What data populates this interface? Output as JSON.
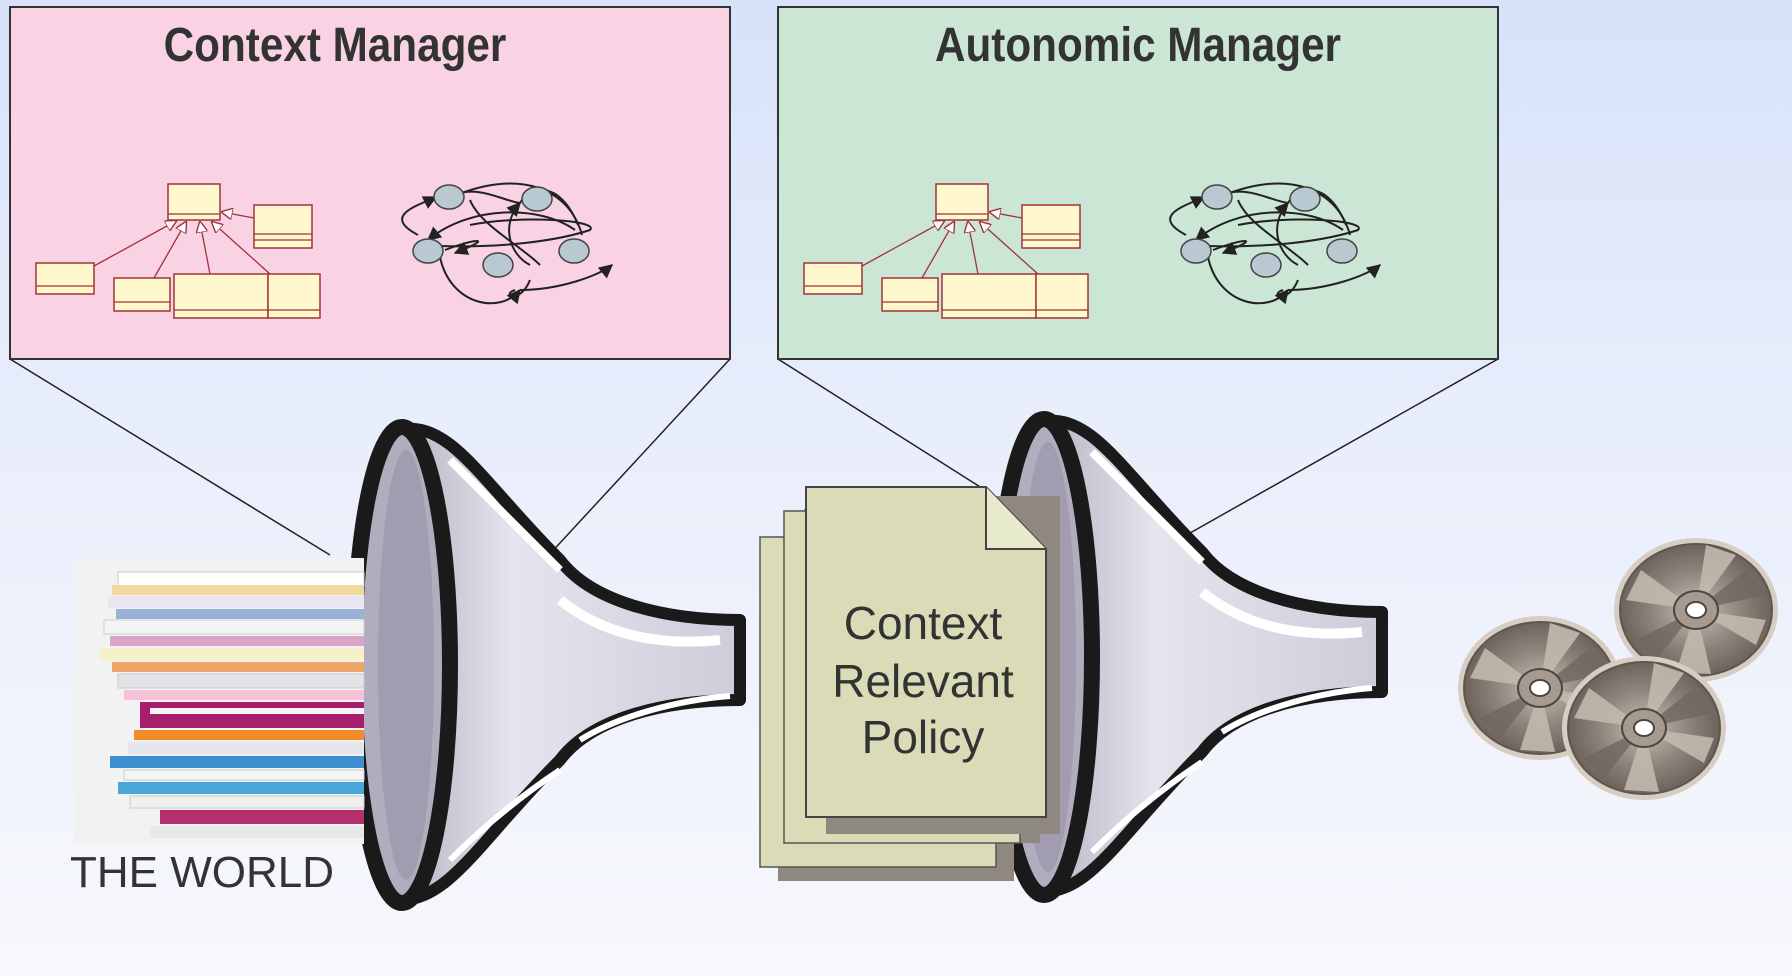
{
  "panels": {
    "context_manager": {
      "title": "Context Manager",
      "fill": "#f9d3e4"
    },
    "autonomic_manager": {
      "title": "Autonomic Manager",
      "fill": "#cce6d5"
    }
  },
  "policy_document": {
    "lines": [
      "Context",
      "Relevant",
      "Policy"
    ],
    "fill": "#d9dcb7"
  },
  "world_label": "THE WORLD",
  "colors": {
    "uml_box": "#fff8cc",
    "uml_line": "#a0323c",
    "graph_node": "#b9c9d2",
    "funnel_dark": "#1a1a1a",
    "disc": "#8d837a"
  },
  "icons": [
    "paper-stack-image",
    "funnel-icon",
    "cd-disc-icon",
    "uml-class-diagram",
    "state-graph"
  ]
}
